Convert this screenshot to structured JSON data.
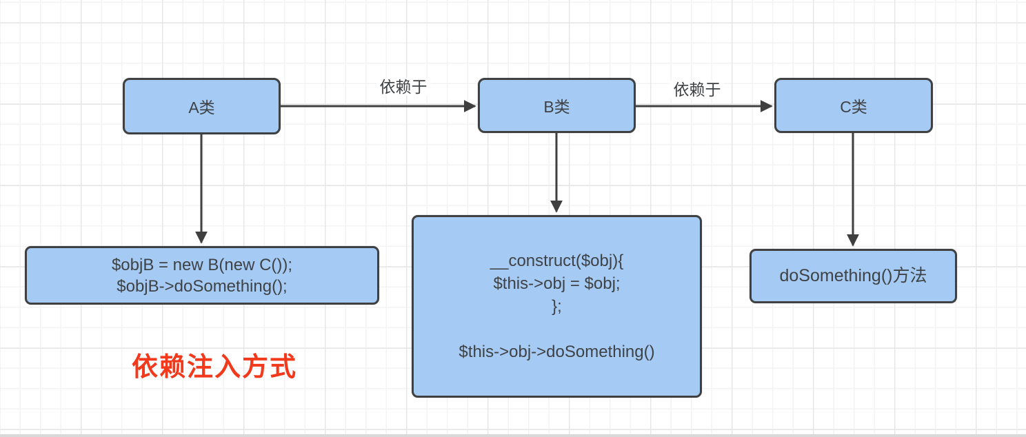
{
  "diagram": {
    "nodes": {
      "class_a": {
        "label": "A类"
      },
      "class_b": {
        "label": "B类"
      },
      "class_c": {
        "label": "C类"
      },
      "code_a": {
        "lines": [
          "$objB = new B(new C());",
          "$objB->doSomething();"
        ]
      },
      "code_b": {
        "lines": [
          "__construct($obj){",
          "$this->obj = $obj;",
          "};",
          "",
          "$this->obj->doSomething()"
        ]
      },
      "code_c": {
        "label": "doSomething()方法"
      }
    },
    "edges": {
      "a_to_b": {
        "label": "依赖于"
      },
      "b_to_c": {
        "label": "依赖于"
      }
    },
    "annotation": {
      "label": "依赖注入方式"
    }
  },
  "colors": {
    "node-fill": "#a5cbf5",
    "node-border": "#3e4042",
    "line": "#3f3f3f",
    "text": "#3f4245",
    "annotation": "#f2391c",
    "grid-minor": "#f3f3f3",
    "grid-major": "#e7e7e7",
    "canvas-bg": "#ffffff",
    "edge-strip": "#d9d9d9"
  }
}
